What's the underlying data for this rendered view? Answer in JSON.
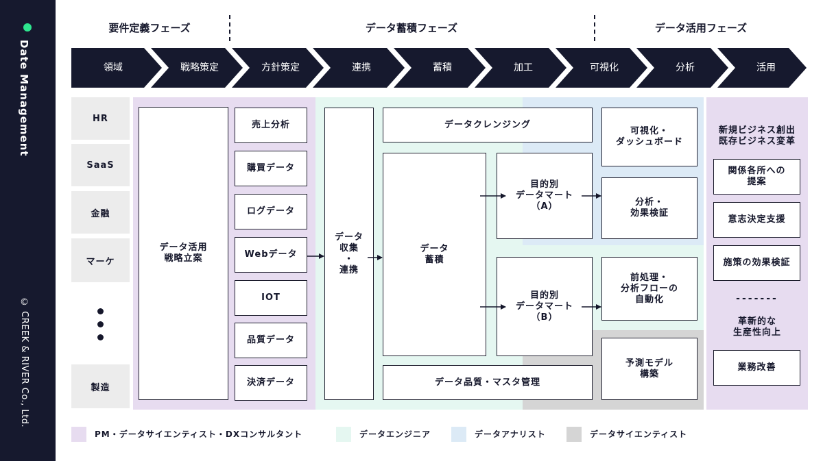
{
  "sidebar": {
    "brand": "Date Management",
    "copyright": "© CREEK & RIVER Co., Ltd."
  },
  "phases": {
    "requirements": "要件定義フェーズ",
    "accumulation": "データ蓄積フェーズ",
    "utilization": "データ活用フェーズ"
  },
  "process": [
    "領域",
    "戦略策定",
    "方針策定",
    "連携",
    "蓄積",
    "加工",
    "可視化",
    "分析",
    "活用"
  ],
  "domains": [
    "HR",
    "SaaS",
    "金融",
    "マーケ",
    "製造"
  ],
  "strategy": "データ活用\n戦略立案",
  "sources": [
    "売上分析",
    "購買データ",
    "ログデータ",
    "Webデータ",
    "IOT",
    "品質データ",
    "決済データ"
  ],
  "collect": "データ\n収集\n・\n連携",
  "cleansing": "データクレンジング",
  "storage": "データ\n蓄積",
  "mart_a": "目的別\nデータマート\n（A）",
  "mart_b": "目的別\nデータマート\n（B）",
  "quality": "データ品質・マスタ管理",
  "analyst_boxes": {
    "dashboard": "可視化・\nダッシュボード",
    "effect": "分析・\n効果検証",
    "automation": "前処理・\n分析フローの\n自動化",
    "prediction": "予測モデル\n構築"
  },
  "utilization": {
    "heading": "新規ビジネス創出\n既存ビジネス変革",
    "items": [
      "関係各所への\n提案",
      "意志決定支援",
      "施策の効果検証"
    ],
    "separator": "-------",
    "innovation": "革新的な\n生産性向上",
    "improvement": "業務改善"
  },
  "legend": [
    {
      "label": "PM・データサイエンティスト・DXコンサルタント",
      "color": "#e7dcf0"
    },
    {
      "label": "データエンジニア",
      "color": "#e5f7f1"
    },
    {
      "label": "データアナリスト",
      "color": "#dceaf6"
    },
    {
      "label": "データサイエンティスト",
      "color": "#d5d5d5"
    }
  ],
  "colors": {
    "dark": "#16192e",
    "accent_dot": "#2ee58e"
  },
  "icons": {
    "arrow": "right-arrow-icon",
    "chevron": "chevron-shape"
  }
}
